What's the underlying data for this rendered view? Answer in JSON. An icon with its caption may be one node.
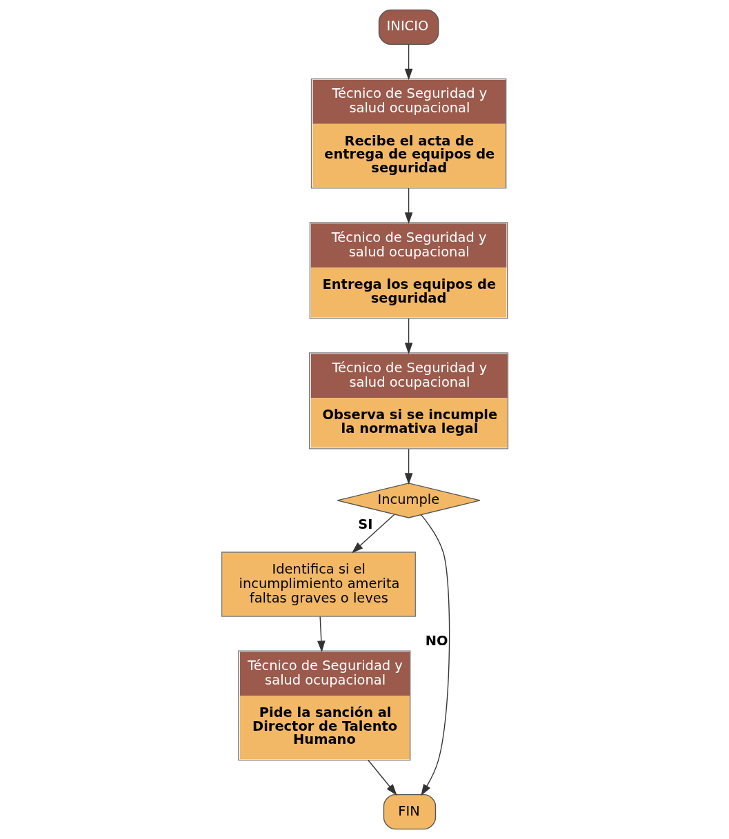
{
  "diagram": {
    "nodes": [
      {
        "text": [
          "INICIO"
        ]
      },
      {
        "text": [
          "Técnico de Seguridad y salud ocupacional",
          "Recibe el acta de entrega de equipos de seguridad"
        ]
      },
      {
        "text": [
          "Técnico de Seguridad y salud ocupacional",
          "Entrega los equipos de seguridad"
        ]
      },
      {
        "text": [
          "Técnico de Seguridad y salud ocupacional",
          "Observa si se incumple la normativa legal"
        ]
      },
      {
        "text": [
          "Incumple"
        ]
      },
      {
        "text": [
          "Identifica si el incumplimiento amerita faltas graves o leves"
        ]
      },
      {
        "text": [
          "Técnico de Seguridad y salud ocupacional",
          "Pide la sanción al Director de Talento Humano"
        ]
      },
      {
        "text": [
          "FIN"
        ]
      }
    ],
    "edges": [
      {
        "from": 0,
        "to": 1,
        "arrow": "to"
      },
      {
        "from": 1,
        "to": 2,
        "arrow": "to"
      },
      {
        "from": 2,
        "to": 3,
        "arrow": "to"
      },
      {
        "from": 3,
        "to": 4,
        "arrow": "to"
      },
      {
        "from": 4,
        "to": 5,
        "arrow": "to",
        "label": "SI"
      },
      {
        "from": 5,
        "to": 6,
        "arrow": "to"
      },
      {
        "from": 6,
        "to": 7,
        "arrow": "to"
      },
      {
        "from": 4,
        "to": 7,
        "arrow": "to",
        "label": "NO"
      }
    ]
  }
}
